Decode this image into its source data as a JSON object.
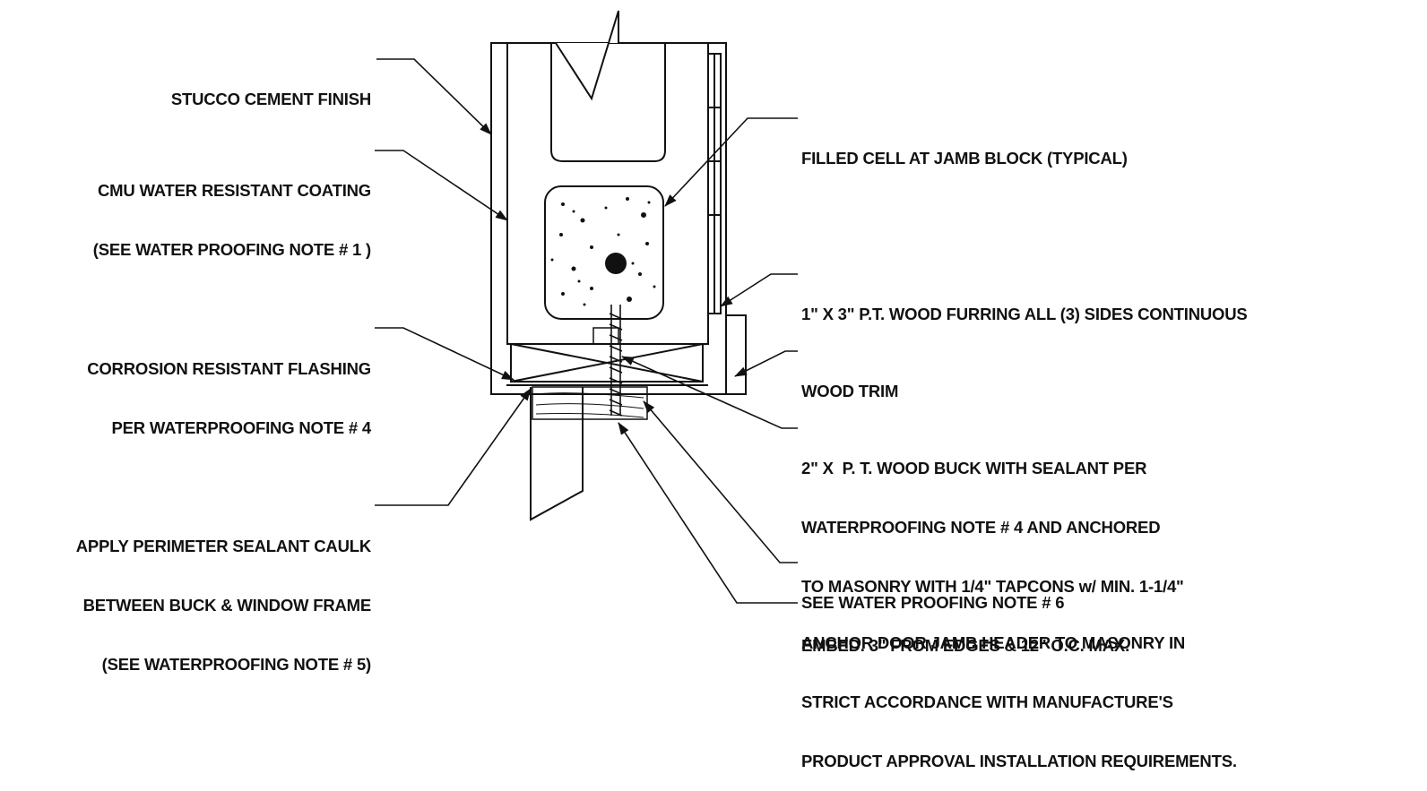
{
  "labels": {
    "stucco": [
      "STUCCO CEMENT FINISH"
    ],
    "cmu_coating": [
      "CMU WATER RESISTANT COATING",
      "(SEE WATER PROOFING NOTE # 1 )"
    ],
    "flashing": [
      "CORROSION RESISTANT FLASHING",
      "PER WATERPROOFING NOTE # 4"
    ],
    "sealant_caulk": [
      "APPLY PERIMETER SEALANT CAULK",
      "BETWEEN BUCK & WINDOW FRAME",
      "(SEE WATERPROOFING NOTE # 5)"
    ],
    "filled_cell": [
      "FILLED CELL AT JAMB BLOCK (TYPICAL)"
    ],
    "furring": [
      "1\" X 3\" P.T. WOOD FURRING ALL (3) SIDES CONTINUOUS"
    ],
    "wood_trim": [
      "WOOD TRIM"
    ],
    "wood_buck": [
      "2\" X  P. T. WOOD BUCK WITH SEALANT PER",
      "WATERPROOFING NOTE # 4 AND ANCHORED",
      "TO MASONRY WITH 1/4\" TAPCONS w/ MIN. 1-1/4\"",
      "EMBED. 3\" FROM EDGES & 12\" O.C. MAX."
    ],
    "note6": [
      "SEE WATER PROOFING NOTE # 6"
    ],
    "anchor": [
      "ANCHOR DOOR JAMB HEADER TO MASONRY IN",
      "STRICT ACCORDANCE WITH MANUFACTURE'S",
      "PRODUCT APPROVAL INSTALLATION REQUIREMENTS."
    ]
  },
  "colors": {
    "ink": "#111111",
    "paper": "#ffffff"
  }
}
